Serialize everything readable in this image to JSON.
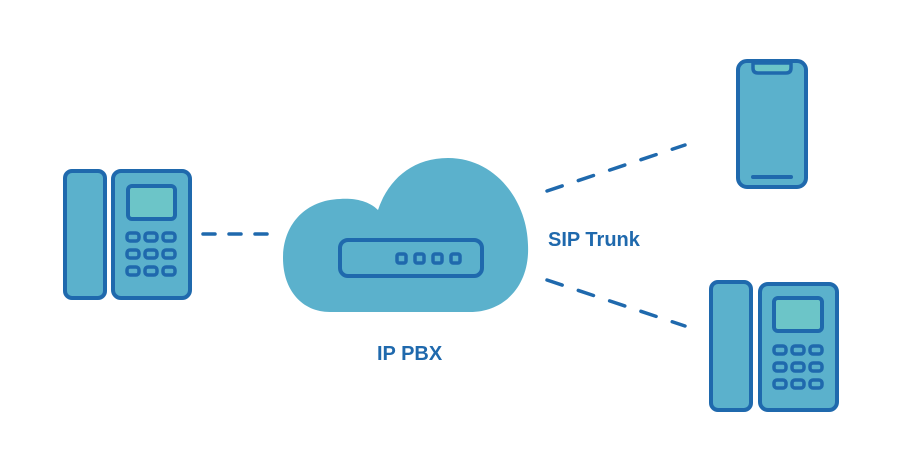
{
  "diagram": {
    "title": "IP PBX with SIP Trunk",
    "colors": {
      "primary_stroke": "#1f69ad",
      "fill": "#5bb1cc",
      "screen": "#6cc5c8",
      "background": "#ffffff"
    },
    "nodes": [
      {
        "id": "desk-phone-left",
        "icon": "desk-phone-icon"
      },
      {
        "id": "ip-pbx",
        "icon": "cloud-icon",
        "label": "IP PBX"
      },
      {
        "id": "mobile-phone",
        "icon": "smartphone-icon"
      },
      {
        "id": "desk-phone-right",
        "icon": "desk-phone-icon"
      }
    ],
    "edges": [
      {
        "from": "desk-phone-left",
        "to": "ip-pbx",
        "style": "dashed"
      },
      {
        "from": "ip-pbx",
        "to": "mobile-phone",
        "style": "dashed"
      },
      {
        "from": "ip-pbx",
        "to": "desk-phone-right",
        "style": "dashed"
      }
    ],
    "labels": {
      "pbx": "IP PBX",
      "sip_trunk": "SIP Trunk"
    }
  }
}
